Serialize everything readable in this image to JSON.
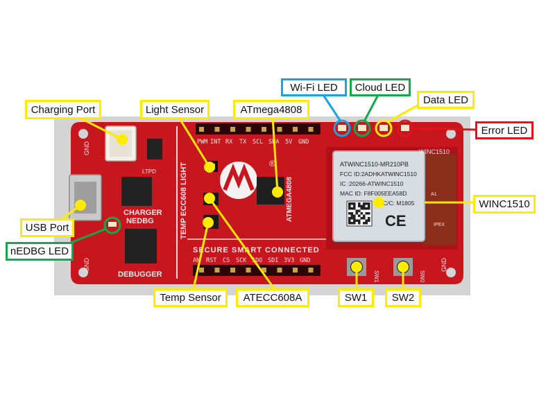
{
  "board": {
    "header_top_pins": [
      "PWM",
      "INT",
      "RX",
      "TX",
      "SCL",
      "SDA",
      "5V",
      "GND"
    ],
    "header_bottom_pins": [
      "AN",
      "RST",
      "CS",
      "SCK",
      "SDO",
      "SDI",
      "3V3",
      "GND"
    ],
    "silk_side_text": "TEMP ECC608 LIGHT",
    "silk_chip_text": "ATMEGA4808",
    "silk_charger": "CHARGER",
    "silk_nedbg": "NEDBG",
    "silk_debugger": "DEBUGGER",
    "silk_tagline": "SECURE SMART CONNECTED",
    "silk_gnd_left": "GND",
    "silk_gnd_left2": "GND",
    "silk_gnd_right": "GND",
    "silk_winc": "WINC1510",
    "silk_sw1": "SW1",
    "silk_sw0": "SW0",
    "silk_ltpd": "LTPD",
    "registered": "®",
    "module_lines": [
      "ATWINC1510-MR210PB",
      "FCC ID:2ADHKATWINC1510",
      "IC :20266-ATWINC1510",
      "MAC ID: F8F005EEA58D",
      "C/C: M1805"
    ],
    "module_ce": "CE",
    "module_a1": "A1",
    "module_ipex": "IPEX"
  },
  "labels": {
    "wifi_led": "Wi-Fi LED",
    "cloud_led": "Cloud LED",
    "data_led": "Data LED",
    "error_led": "Error LED",
    "charging_port": "Charging Port",
    "light_sensor": "Light Sensor",
    "atmega": "ATmega4808",
    "usb_port": "USB Port",
    "nedbg_led": "nEDBG LED",
    "winc": "WINC1510",
    "temp_sensor": "Temp Sensor",
    "atecc": "ATECC608A",
    "sw1": "SW1",
    "sw2": "SW2"
  },
  "colors": {
    "board_red": "#c8161e",
    "callout_yellow": "#ffeb00",
    "callout_blue": "#1aa3e0",
    "callout_green": "#13a84b",
    "callout_red": "#e0161c"
  }
}
